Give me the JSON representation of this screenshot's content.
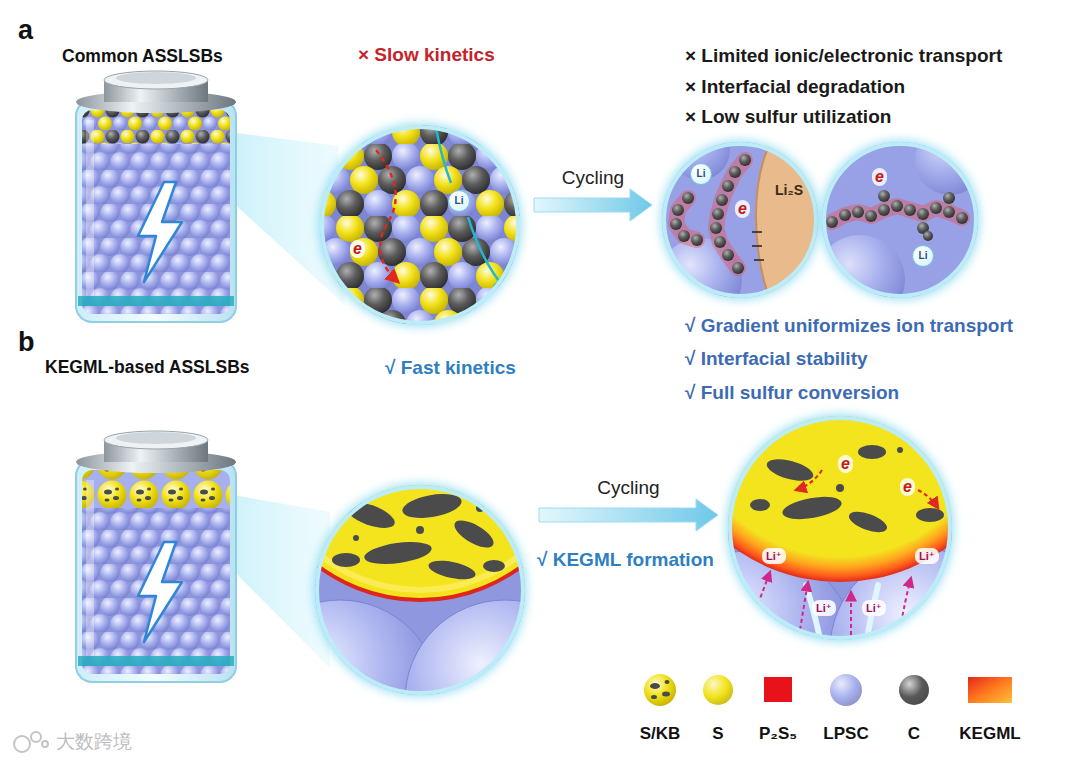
{
  "diagram": {
    "nodes": [
      {
        "text": [
          "× Slow kinetics",
          "Li",
          "e"
        ]
      },
      {
        "text": [
          "Li",
          "Li₂S",
          "e"
        ]
      },
      {
        "text": [
          "e",
          "Li"
        ]
      },
      {
        "text": [
          "√ Fast kinetics",
          "√ KEGML formation"
        ]
      },
      {
        "text": [
          "e",
          "e",
          "Li⁺",
          "Li⁺",
          "Li⁺",
          "Li⁺"
        ]
      }
    ],
    "edges": [
      {
        "from": 0,
        "to": 1,
        "arrow": "to",
        "label": "Cycling"
      },
      {
        "from": 3,
        "to": 4,
        "arrow": "to",
        "label": "Cycling"
      }
    ],
    "labels": [
      "a",
      "Common ASSLSBs",
      "× Limited ionic/electronic transport",
      "× Interfacial degradation",
      "× Low sulfur utilization",
      "b",
      "KEGML-based ASSLSBs",
      "√ Gradient uniformizes ion transport",
      "√ Interfacial stability",
      "√ Full sulfur conversion",
      "大数跨境"
    ],
    "legend": [
      {
        "text": "S/KB"
      },
      {
        "text": "S",
        "color": "#f3e31c"
      },
      {
        "text": "P₂S₅",
        "color": "#e8121b"
      },
      {
        "text": "LPSC",
        "color": "#a9b2ef"
      },
      {
        "text": "C",
        "color": "#5a5a5a"
      },
      {
        "text": "KEGML"
      }
    ]
  }
}
